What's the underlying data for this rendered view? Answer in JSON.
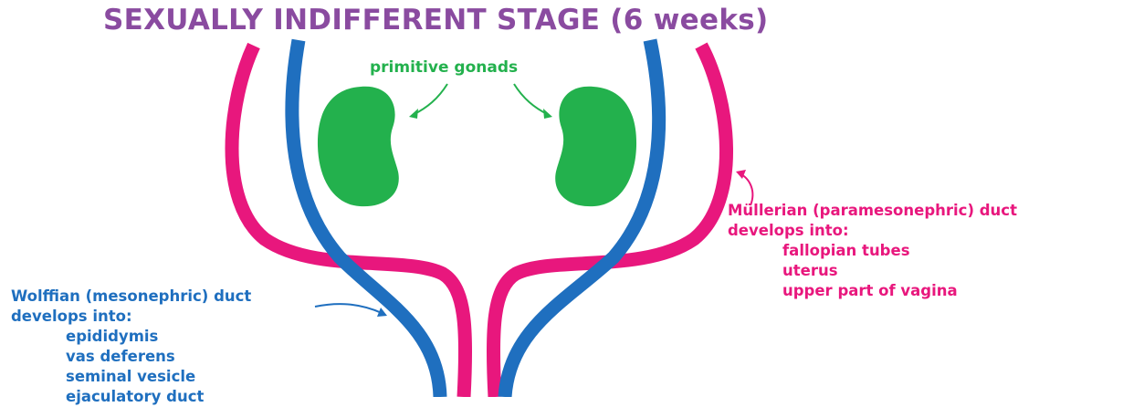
{
  "title": "SEXUALLY INDIFFERENT STAGE (6 weeks)",
  "gonads": {
    "label": "primitive gonads"
  },
  "mullerian": {
    "name": "Müllerian (paramesonephric) duct",
    "intro": "develops into:",
    "items": [
      "fallopian tubes",
      "uterus",
      "upper part of vagina"
    ]
  },
  "wolffian": {
    "name": "Wolffian (mesonephric) duct",
    "intro": "develops into:",
    "items": [
      "epididymis",
      "vas deferens",
      "seminal vesicle",
      "ejaculatory duct"
    ]
  },
  "colors": {
    "title": "#8a4ba0",
    "gonad": "#23b14d",
    "wolffian_duct": "#1f6fbf",
    "mullerian_duct": "#e8177d"
  }
}
